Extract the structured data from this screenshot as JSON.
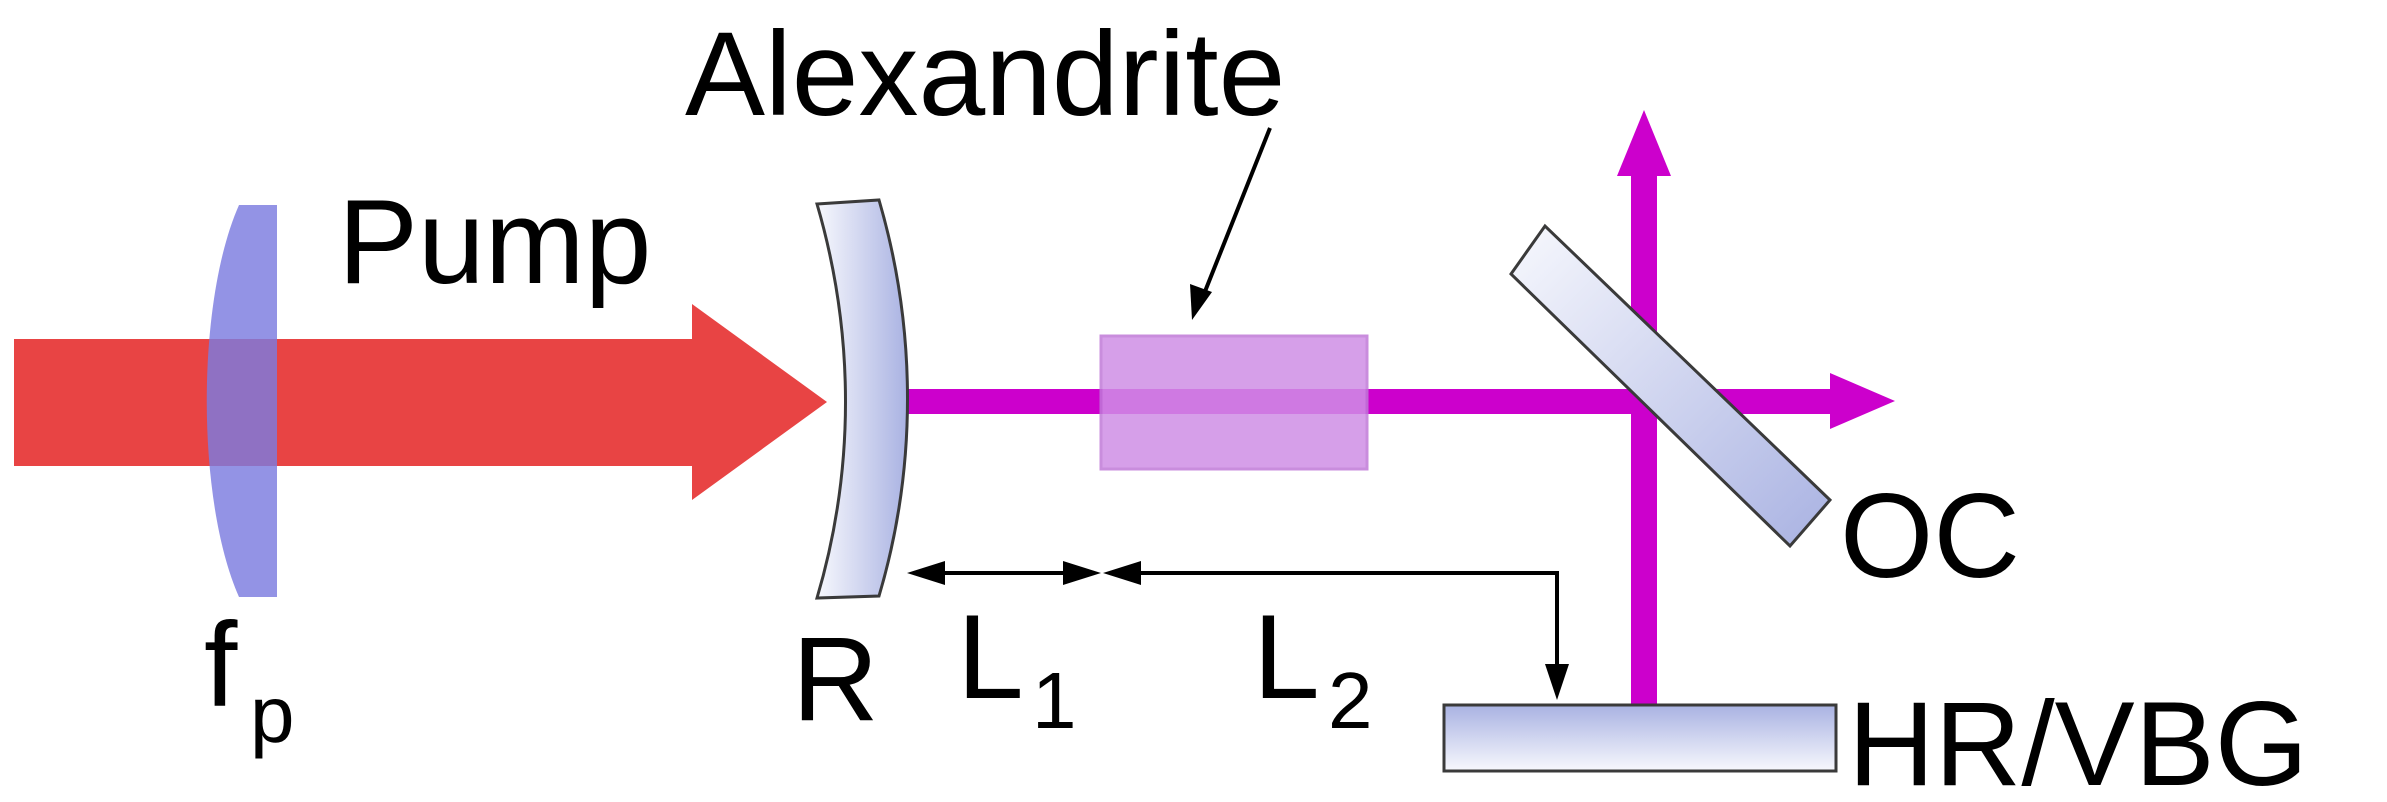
{
  "labels": {
    "pump": "Pump",
    "crystal": "Alexandrite",
    "mirror_r": "R",
    "output_coupler": "OC",
    "end_mirror": "HR/VBG",
    "lens_main": "f",
    "lens_sub": "p",
    "distance1_main": "L",
    "distance1_sub": "1",
    "distance2_main": "L",
    "distance2_sub": "2"
  },
  "colors": {
    "pump_beam": "#e84444",
    "laser_beam": "#cc00cc",
    "lens": "#7b7bdf",
    "crystal": "#d08fe6",
    "crystal_edge": "#c07ad8",
    "optic_light": "#f7f8fd",
    "optic_dark": "#a9b2e2",
    "optic_edge": "#3a3a3a",
    "annotation": "#000000"
  }
}
